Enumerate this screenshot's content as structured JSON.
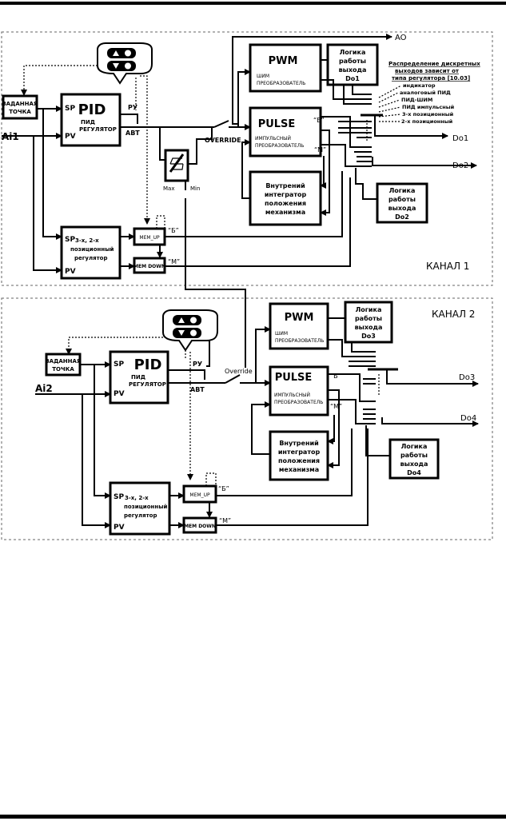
{
  "channel1": {
    "ao": "AO",
    "setpoint": [
      "ЗАДАННАЯ",
      "ТОЧКА"
    ],
    "ai": "Ai1",
    "pid_sp": "SP",
    "pid_pv": "PV",
    "pid_title": "PID",
    "pid_sub": [
      "ПИД",
      "РЕГУЛЯТОР"
    ],
    "py": "РУ",
    "abt": "АВТ",
    "override": "OVERRIDE",
    "max": "Max",
    "min": "Min",
    "pwm_title": "PWM",
    "pwm_sub": [
      "ШИМ",
      "ПРЕОБРАЗОВАТЕЛЬ"
    ],
    "pulse_title": "PULSE",
    "pulse_sub": [
      "ИМПУЛЬСНЫЙ",
      "ПРЕОБРАЗОВАТЕЛЬ"
    ],
    "b_label": "“Б”",
    "m_label": "“М”",
    "integrator": [
      "Внутрений",
      "интегратор",
      "положения",
      "механизма"
    ],
    "logic1": [
      "Логика",
      "работы",
      "выхода",
      "Do1"
    ],
    "logic2": [
      "Логика",
      "работы",
      "выхода",
      "Do2"
    ],
    "dist_title": [
      "Распределение дискретных",
      "выходов зависит от",
      "типа регулятора [10.03]"
    ],
    "dist_items": [
      "индикатор",
      "аналоговый ПИД",
      "ПИД-ШИМ",
      "ПИД импульсный",
      "3-х позиционный",
      "2-х позиционный"
    ],
    "do_a": "Do1",
    "do_b": "Do2",
    "pos_sp": "SP",
    "pos_pv": "PV",
    "pos_title": [
      "3-х, 2-х",
      "позиционный",
      "регулятор"
    ],
    "mem_up": "MEM_UP",
    "mem_down": "MEM DOWN",
    "b2": "“Б”",
    "m2": "“М”",
    "kanal": "КАНАЛ  1"
  },
  "channel2": {
    "setpoint": [
      "ЗАДАННАЯ",
      "ТОЧКА"
    ],
    "ai": "Ai2",
    "pid_sp": "SP",
    "pid_pv": "PV",
    "pid_title": "PID",
    "pid_sub": [
      "ПИД",
      "РЕГУЛЯТОР"
    ],
    "py": "РУ",
    "abt": "АВТ",
    "override": "Override",
    "pwm_title": "PWM",
    "pwm_sub": [
      "ШИМ",
      "ПРЕОБРАЗОВАТЕЛЬ"
    ],
    "pulse_title": "PULSE",
    "pulse_sub": [
      "ИМПУЛЬСНЫЙ",
      "ПРЕОБРАЗОВАТЕЛЬ"
    ],
    "b_label": "“Б”",
    "m_label": "“М”",
    "integrator": [
      "Внутрений",
      "интегратор",
      "положения",
      "механизма"
    ],
    "logic3": [
      "Логика",
      "работы",
      "выхода",
      "Do3"
    ],
    "logic4": [
      "Логика",
      "работы",
      "выхода",
      "Do4"
    ],
    "do_a": "Do3",
    "do_b": "Do4",
    "pos_sp": "SP",
    "pos_pv": "PV",
    "pos_title": [
      "3-х, 2-х",
      "позиционный",
      "регулятор"
    ],
    "mem_up": "MEM_UP",
    "mem_down": "MEM DOWN",
    "b2": "“Б”",
    "m2": "“М”",
    "kanal": "КАНАЛ  2"
  }
}
